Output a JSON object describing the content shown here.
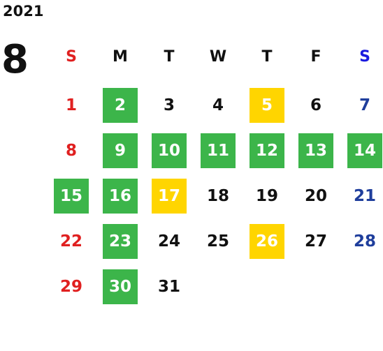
{
  "header": {
    "year": "2021",
    "month": "8"
  },
  "colors": {
    "sunday": "#e02020",
    "saturday": "#1f3e9c",
    "saturday_header": "#1a1adf",
    "weekday": "#111111",
    "green_highlight": "#3cb54a",
    "yellow_highlight": "#ffd500",
    "highlight_text": "#ffffff"
  },
  "weekdays": [
    "S",
    "M",
    "T",
    "W",
    "T",
    "F",
    "S"
  ],
  "weeks": [
    [
      null,
      null,
      null,
      null,
      null,
      null,
      null
    ],
    [
      {
        "day": "1",
        "highlight": "none"
      },
      {
        "day": "2",
        "highlight": "green"
      },
      {
        "day": "3",
        "highlight": "none"
      },
      {
        "day": "4",
        "highlight": "none"
      },
      {
        "day": "5",
        "highlight": "yellow"
      },
      {
        "day": "6",
        "highlight": "none"
      },
      {
        "day": "7",
        "highlight": "none"
      }
    ],
    [
      {
        "day": "8",
        "highlight": "none"
      },
      {
        "day": "9",
        "highlight": "green"
      },
      {
        "day": "10",
        "highlight": "green"
      },
      {
        "day": "11",
        "highlight": "green"
      },
      {
        "day": "12",
        "highlight": "green"
      },
      {
        "day": "13",
        "highlight": "green"
      },
      {
        "day": "14",
        "highlight": "green"
      }
    ],
    [
      {
        "day": "15",
        "highlight": "green"
      },
      {
        "day": "16",
        "highlight": "green"
      },
      {
        "day": "17",
        "highlight": "yellow"
      },
      {
        "day": "18",
        "highlight": "none"
      },
      {
        "day": "19",
        "highlight": "none"
      },
      {
        "day": "20",
        "highlight": "none"
      },
      {
        "day": "21",
        "highlight": "none"
      }
    ],
    [
      {
        "day": "22",
        "highlight": "none"
      },
      {
        "day": "23",
        "highlight": "green"
      },
      {
        "day": "24",
        "highlight": "none"
      },
      {
        "day": "25",
        "highlight": "none"
      },
      {
        "day": "26",
        "highlight": "yellow"
      },
      {
        "day": "27",
        "highlight": "none"
      },
      {
        "day": "28",
        "highlight": "none"
      }
    ],
    [
      {
        "day": "29",
        "highlight": "none"
      },
      {
        "day": "30",
        "highlight": "green"
      },
      {
        "day": "31",
        "highlight": "none"
      },
      null,
      null,
      null,
      null
    ]
  ]
}
